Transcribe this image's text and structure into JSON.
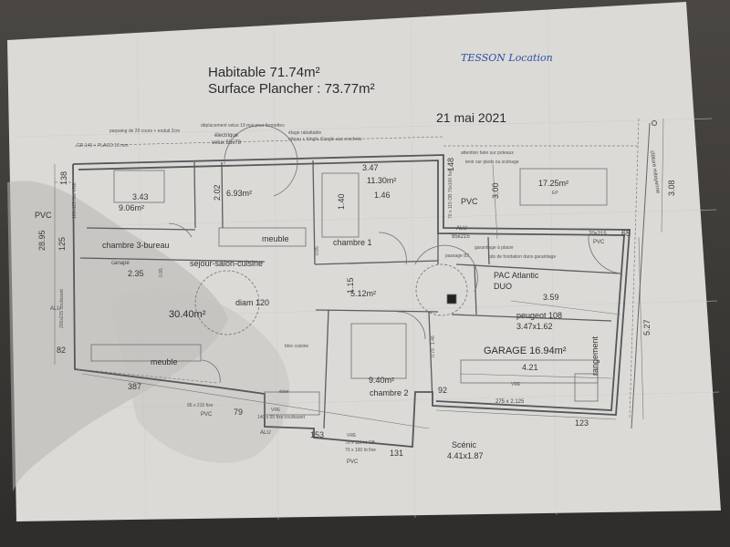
{
  "header": {
    "habitable": "Habitable 71.74m²",
    "surface_plancher": "Surface Plancher : 73.77m²",
    "owner_note": "TESSON Location",
    "date": "21 mai 2021"
  },
  "notes": {
    "parpaing": "parpaing de 20 cours + enduit 2cm",
    "gr": "GR 140 + PLACO 13 mm",
    "deplacement": "déplacement velux 19 mai pour fermettes",
    "electrique": "électrique",
    "velux": "velux 55x78",
    "etage": "étage rabattable",
    "rideau": "rideau + tringle d'angle aux crochets",
    "attention": "attention faire sur poteaux",
    "tenir": "tenir sur pieds ou scénage",
    "pds_fondation": "pds de fondation dans garantiage",
    "placard": "garantiage à placer"
  },
  "rooms": {
    "chambre3": "chambre 3-bureau",
    "chambre3_area": "9.06m²",
    "sdb_area": "6.93m²",
    "chambre1": "chambre 1",
    "chambre1_area": "11.30m²",
    "sejour": "sejour-salon-cuisine",
    "sejour_area": "30.40m²",
    "couloir_area": "5.12m²",
    "chambre2": "chambre 2",
    "chambre2_area": "9.40m²",
    "ext_area": "17.25m²",
    "garage": "GARAGE 16.94m²",
    "pac": "PAC Atlantic",
    "pac2": "DUO",
    "peugeot": "peugeot 108",
    "peugeot_dim": "3.47x1.62",
    "scenic": "Scénic",
    "scenic_dim": "4.41x1.87",
    "rangement": "rangement"
  },
  "furniture": {
    "meuble1": "meuble",
    "meuble2": "meuble",
    "canape": "canapé",
    "diam": "diam 120",
    "bloc_cuisine": "bloc cuisine",
    "evier": "évier",
    "passage": "passage 83",
    "ep": "EP",
    "cloture": "clôture mitoyenne"
  },
  "dimensions": {
    "d343": "3.43",
    "d347": "3.47",
    "d146": "1.46",
    "d140": "1.40",
    "d235": "2.35",
    "d115": "1.15",
    "d202": "2.02",
    "d300": "3.00",
    "d359": "3.59",
    "d421": "4.21",
    "d527": "5.27",
    "d308": "3.08",
    "d138": "138",
    "d148": "148",
    "d125": "125",
    "d28": "28.95",
    "d82": "82",
    "d387": "387",
    "d79": "79",
    "d153": "153",
    "d131": "131",
    "d92": "92",
    "d123": "123",
    "d65": "65",
    "d070": "0.70",
    "d146b": "1.46",
    "d095": "0.95",
    "d085": "0.85"
  },
  "openings": {
    "pvc_left": "PVC",
    "vre_left": "100x115 fixe VRE",
    "pvc_right": "PVC",
    "pvc_right_spec": "70 x 115 OB 70x100 fixe",
    "alu_mid": "ALU",
    "alu_mid_spec": "95x215",
    "pvc_ext": "70x215",
    "pvc_ext2": "PVC",
    "alu_left": "ALU",
    "alu_left_spec": "200x215 coulissant",
    "pvc_bottom": "PVC",
    "pvc_bottom_spec": "95 x 215 fixe",
    "vre_bottom": "VRE",
    "alu_bottom": "ALU",
    "alu_bottom_spec": "140 x 95 fixe coulissant",
    "vre_ch2": "VRE",
    "ob_ch2": "70 x 115 ht OB",
    "fixe_ch2": "70 x 100 ht fixe",
    "pvc_ch2": "PVC",
    "garage_door": "275 x 2.125",
    "vre_garage": "VRE"
  }
}
